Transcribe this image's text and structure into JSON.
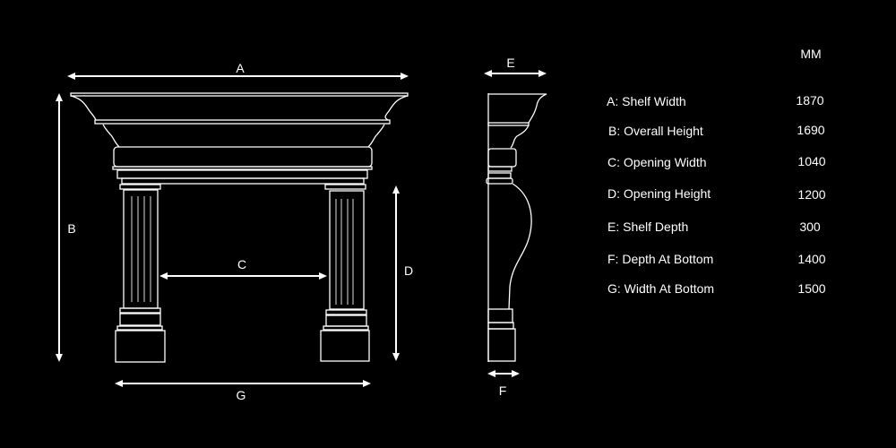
{
  "drawing": {
    "dimension_labels": {
      "a": "A",
      "b": "B",
      "c": "C",
      "d": "D",
      "e": "E",
      "f": "F",
      "g": "G"
    }
  },
  "table": {
    "unit_header": "MM",
    "rows": [
      {
        "label": "A: Shelf Width",
        "value": "1870"
      },
      {
        "label": "B: Overall Height",
        "value": "1690"
      },
      {
        "label": "C: Opening Width",
        "value": "1040"
      },
      {
        "label": "D: Opening Height",
        "value": "1200"
      },
      {
        "label": "E: Shelf Depth",
        "value": "300"
      },
      {
        "label": "F: Depth At Bottom",
        "value": "1400"
      },
      {
        "label": "G: Width At Bottom",
        "value": "1500"
      }
    ]
  }
}
